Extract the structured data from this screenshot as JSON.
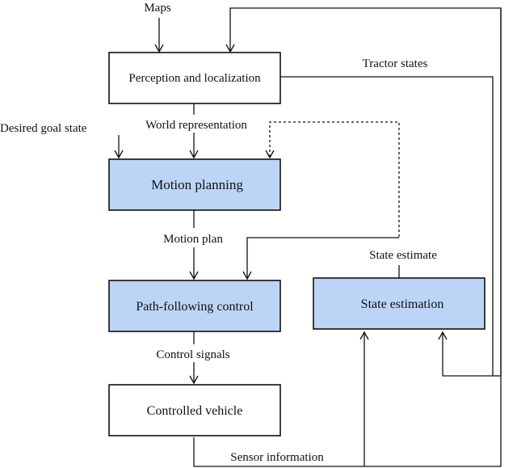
{
  "nodes": {
    "perception": {
      "label": "Perception and localization",
      "fill": "#ffffff"
    },
    "motion_planning": {
      "label": "Motion planning",
      "fill": "#bcd5f7"
    },
    "path_following": {
      "label": "Path-following control",
      "fill": "#bcd5f7"
    },
    "state_estimation": {
      "label": "State estimation",
      "fill": "#bcd5f7"
    },
    "controlled_vehicle": {
      "label": "Controlled vehicle",
      "fill": "#ffffff"
    }
  },
  "edge_labels": {
    "maps": "Maps",
    "tractor_states": "Tractor states",
    "desired_goal_state": "Desired goal state",
    "world_representation": "World representation",
    "motion_plan": "Motion plan",
    "state_estimate": "State estimate",
    "control_signals": "Control signals",
    "sensor_information": "Sensor information"
  },
  "colors": {
    "highlight_fill": "#bcd5f7",
    "stroke": "#111111"
  }
}
